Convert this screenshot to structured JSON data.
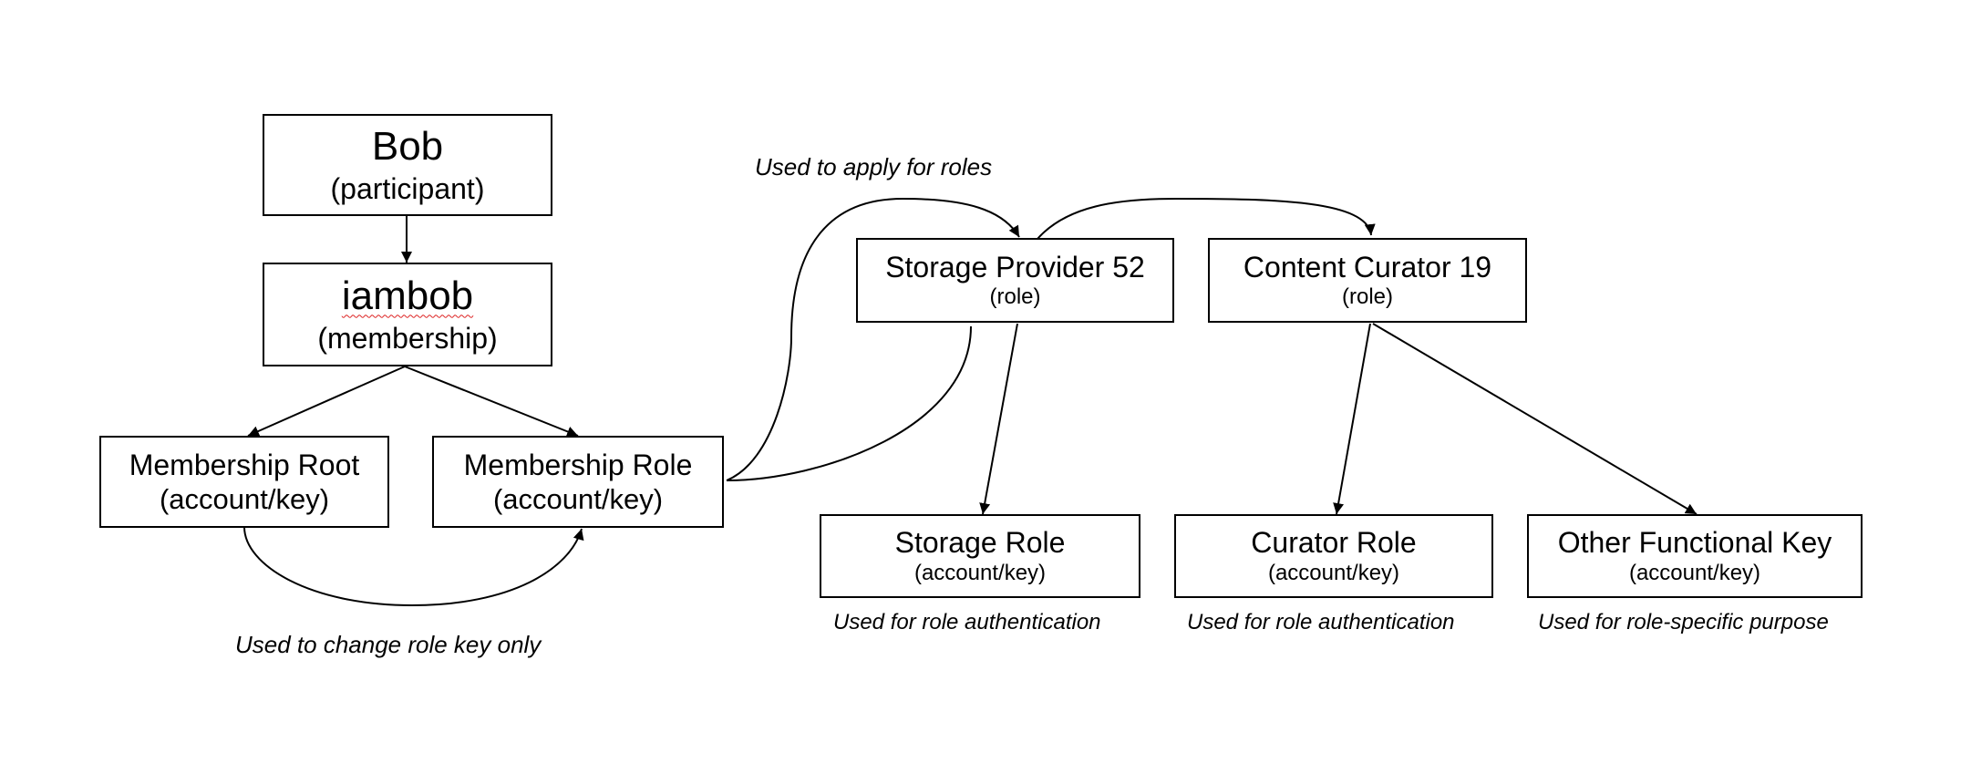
{
  "nodes": {
    "bob": {
      "title": "Bob",
      "subtitle": "(participant)"
    },
    "iambob": {
      "title": "iambob",
      "subtitle": "(membership)"
    },
    "membership_root": {
      "title": "Membership Root",
      "subtitle": "(account/key)"
    },
    "membership_role": {
      "title": "Membership Role",
      "subtitle": "(account/key)"
    },
    "storage_provider": {
      "title": "Storage Provider 52",
      "subtitle": "(role)"
    },
    "content_curator": {
      "title": "Content Curator 19",
      "subtitle": "(role)"
    },
    "storage_role": {
      "title": "Storage Role",
      "subtitle": "(account/key)"
    },
    "curator_role": {
      "title": "Curator Role",
      "subtitle": "(account/key)"
    },
    "other_key": {
      "title": "Other Functional Key",
      "subtitle": "(account/key)"
    }
  },
  "annotations": {
    "apply_roles": "Used to apply for roles",
    "change_key": "Used to change role key only",
    "storage_auth": "Used for role authentication",
    "curator_auth": "Used for role authentication",
    "role_purpose": "Used for role-specific purpose"
  },
  "colors": {
    "line": "#000000",
    "spellcheck": "#dd2222"
  }
}
